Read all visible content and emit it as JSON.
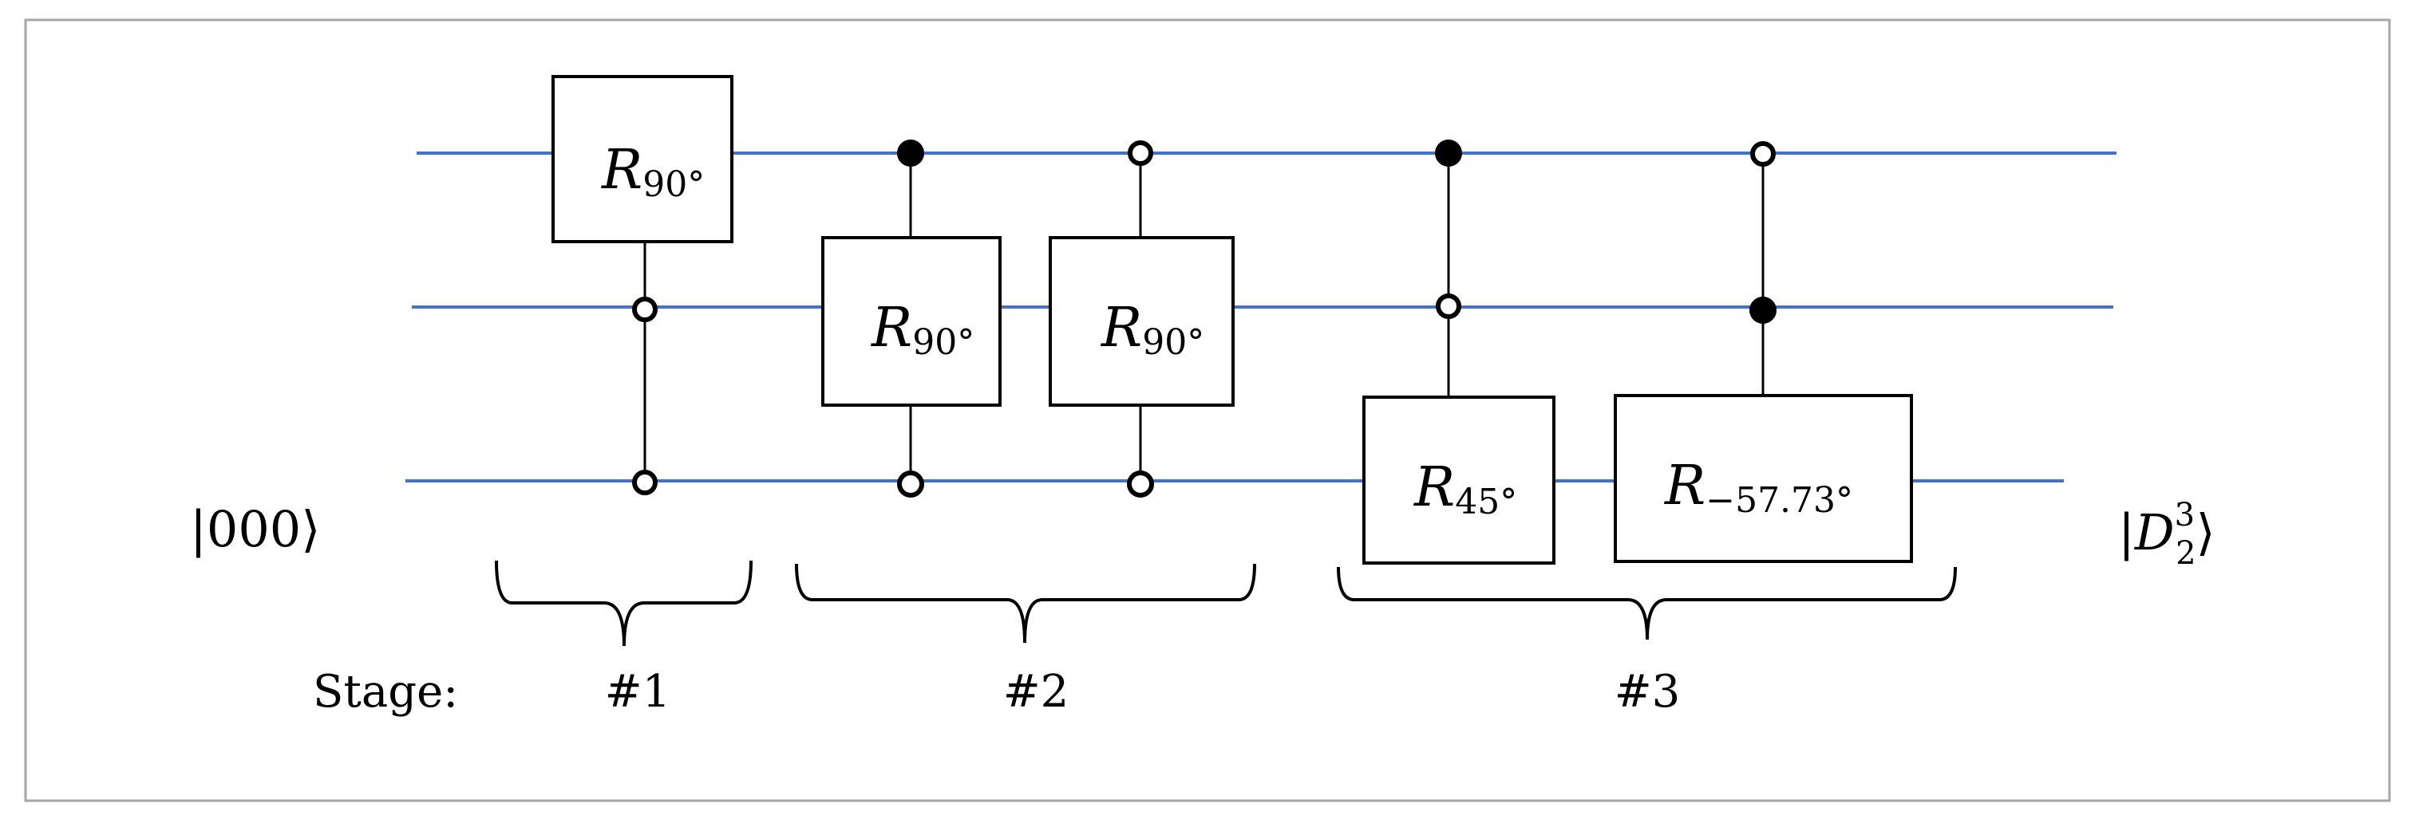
{
  "input_state": "|000⟩",
  "output_state": {
    "prefix": "|",
    "base": "D",
    "superscript": "3",
    "subscript": "2",
    "suffix": "⟩"
  },
  "stage_label": "Stage:",
  "stages": [
    {
      "label": "#1"
    },
    {
      "label": "#2"
    },
    {
      "label": "#3"
    }
  ],
  "gates": [
    {
      "name": "R",
      "angle": "90°"
    },
    {
      "name": "R",
      "angle": "90°"
    },
    {
      "name": "R",
      "angle": "90°"
    },
    {
      "name": "R",
      "angle": "45°"
    },
    {
      "name": "R",
      "angle": "−57.73°"
    }
  ],
  "colors": {
    "wire": "#4472c4",
    "border": "#a6a6a6"
  }
}
